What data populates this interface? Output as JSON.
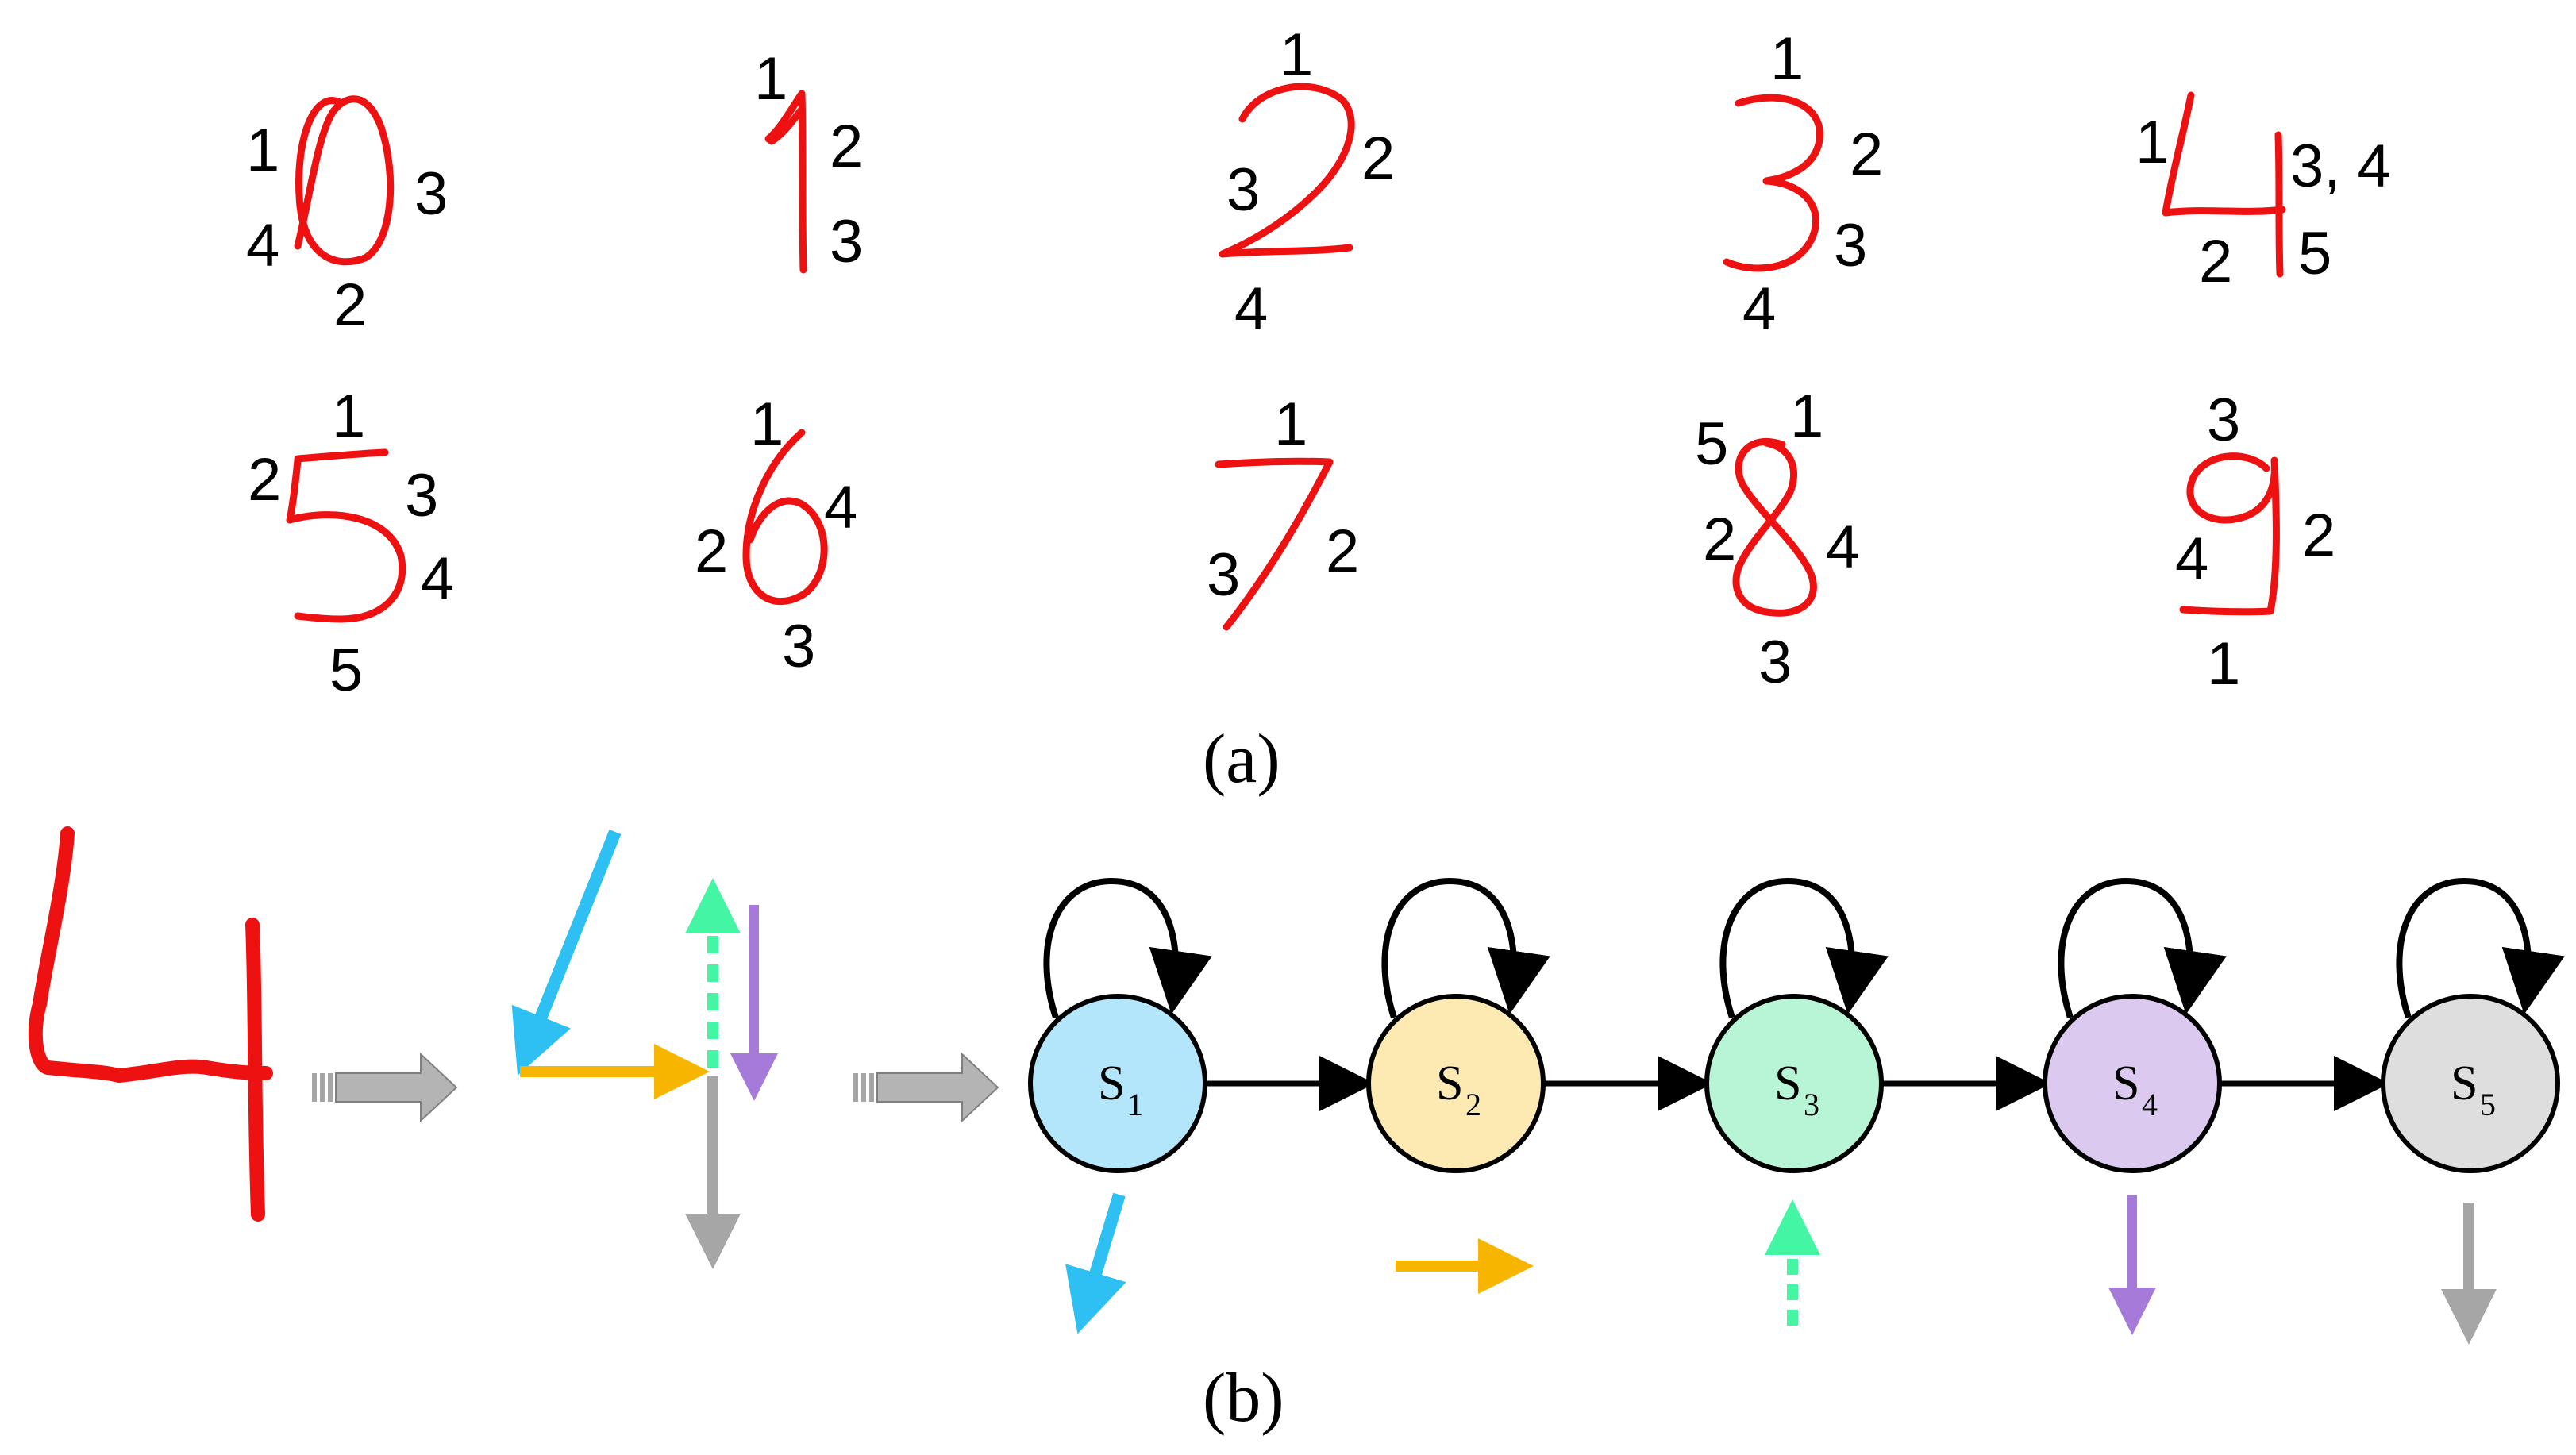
{
  "caption_a": "(a)",
  "caption_b": "(b)",
  "digits": [
    {
      "digit": "0",
      "labels": [
        "1",
        "3",
        "4",
        "2"
      ]
    },
    {
      "digit": "1",
      "labels": [
        "1",
        "2",
        "3"
      ]
    },
    {
      "digit": "2",
      "labels": [
        "1",
        "2",
        "3",
        "4"
      ]
    },
    {
      "digit": "3",
      "labels": [
        "1",
        "2",
        "3",
        "4"
      ]
    },
    {
      "digit": "4",
      "labels": [
        "1",
        "3, 4",
        "2",
        "5"
      ]
    },
    {
      "digit": "5",
      "labels": [
        "1",
        "2",
        "3",
        "4",
        "5"
      ]
    },
    {
      "digit": "6",
      "labels": [
        "1",
        "2",
        "4",
        "3"
      ]
    },
    {
      "digit": "7",
      "labels": [
        "1",
        "2",
        "3"
      ]
    },
    {
      "digit": "8",
      "labels": [
        "5",
        "1",
        "2",
        "4",
        "3"
      ]
    },
    {
      "digit": "9",
      "labels": [
        "3",
        "2",
        "4",
        "1"
      ]
    }
  ],
  "states": [
    {
      "name": "S",
      "sub": "1",
      "fill": "#b3e6fb"
    },
    {
      "name": "S",
      "sub": "2",
      "fill": "#fdeab3"
    },
    {
      "name": "S",
      "sub": "3",
      "fill": "#b8f5d6"
    },
    {
      "name": "S",
      "sub": "4",
      "fill": "#dcc9ef"
    },
    {
      "name": "S",
      "sub": "5",
      "fill": "#dedede"
    }
  ],
  "stroke_colors": {
    "digit": "#ee1111",
    "stroke1": "#2ec0f3",
    "stroke2": "#f7b500",
    "stroke3": "#44f5a3",
    "stroke4": "#a57ad8",
    "stroke5": "#a6a6a6"
  }
}
